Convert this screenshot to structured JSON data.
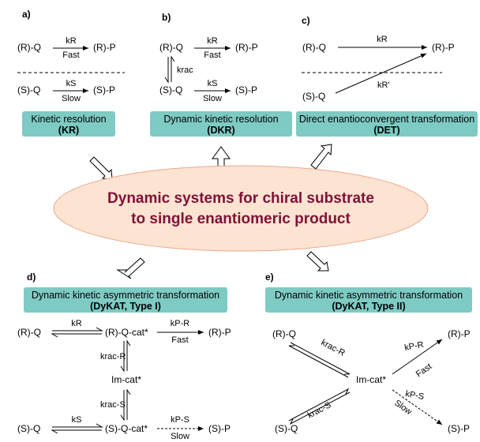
{
  "colors": {
    "box_fill": "#7ecbc4",
    "ellipse_fill": "#fde3d2",
    "ellipse_stroke": "#e8a98b",
    "center_text": "#7d1236"
  },
  "center": {
    "line1": "Dynamic systems for chiral substrate",
    "line2": "to single enantiomeric product"
  },
  "panels": {
    "a": {
      "letter": "a)",
      "r_substrate": "(R)-Q",
      "r_product": "(R)-P",
      "k_r": "kR",
      "fast": "Fast",
      "s_substrate": "(S)-Q",
      "s_product": "(S)-P",
      "k_s": "kS",
      "slow": "Slow",
      "box_title": "Kinetic resolution",
      "box_abbr": "(KR)"
    },
    "b": {
      "letter": "b)",
      "r_substrate": "(R)-Q",
      "r_product": "(R)-P",
      "k_r": "kR",
      "fast": "Fast",
      "k_rac": "krac",
      "s_substrate": "(S)-Q",
      "s_product": "(S)-P",
      "k_s": "kS",
      "slow": "Slow",
      "box_title": "Dynamic kinetic resolution",
      "box_abbr": "(DKR)"
    },
    "c": {
      "letter": "c)",
      "r_substrate": "(R)-Q",
      "r_product": "(R)-P",
      "k_r": "kR",
      "s_substrate": "(S)-Q",
      "k_r_prime": "kR'",
      "box_title": "Direct enantioconvergent transformation",
      "box_abbr": "(DET)"
    },
    "d": {
      "letter": "d)",
      "box_title": "Dynamic kinetic asymmetric transformation",
      "box_abbr": "(DyKAT, Type I)",
      "r_substrate": "(R)-Q",
      "k_r": "kR",
      "r_complex": "(R)-Q-cat*",
      "k_pr": "kP-R",
      "fast": "Fast",
      "r_product": "(R)-P",
      "k_rac_r": "krac-R",
      "im": "Im-cat*",
      "k_rac_s": "krac-S",
      "s_substrate": "(S)-Q",
      "k_s": "kS",
      "s_complex": "(S)-Q-cat*",
      "k_ps": "kP-S",
      "slow": "Slow",
      "s_product": "(S)-P"
    },
    "e": {
      "letter": "e)",
      "box_title": "Dynamic kinetic asymmetric transformation",
      "box_abbr": "(DyKAT, Type II)",
      "r_substrate": "(R)-Q",
      "k_rac_r": "krac-R",
      "im": "Im-cat*",
      "k_pr": "kP-R",
      "fast": "Fast",
      "r_product": "(R)-P",
      "k_rac_s": "krac-S",
      "k_ps": "kP-S",
      "slow": "Slow",
      "s_substrate": "(S)-Q",
      "s_product": "(S)-P"
    }
  }
}
